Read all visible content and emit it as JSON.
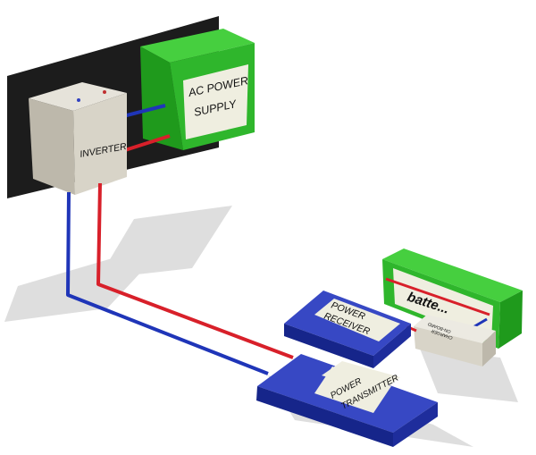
{
  "labels": {
    "ac_power_supply_line1": "AC POWER",
    "ac_power_supply_line2": "SUPPLY",
    "inverter": "INVERTER",
    "power_receiver_line1": "POWER",
    "power_receiver_line2": "RECEIVER",
    "power_transmitter_line1": "POWER",
    "power_transmitter_line2": "TRANSMITTER",
    "battery": "batte...",
    "charger_line1": "ON-BOARD",
    "charger_line2": "CHARGER"
  },
  "colors": {
    "backplate": "#1c1c1c",
    "green_box": "#2fb62c",
    "label_panel": "#efeee0",
    "inverter_body": "#d8d4c8",
    "pad_blue": "#2436a8",
    "wire_red": "#d8202a",
    "wire_blue": "#1f35b8",
    "shadow": "#d9d9d9"
  }
}
